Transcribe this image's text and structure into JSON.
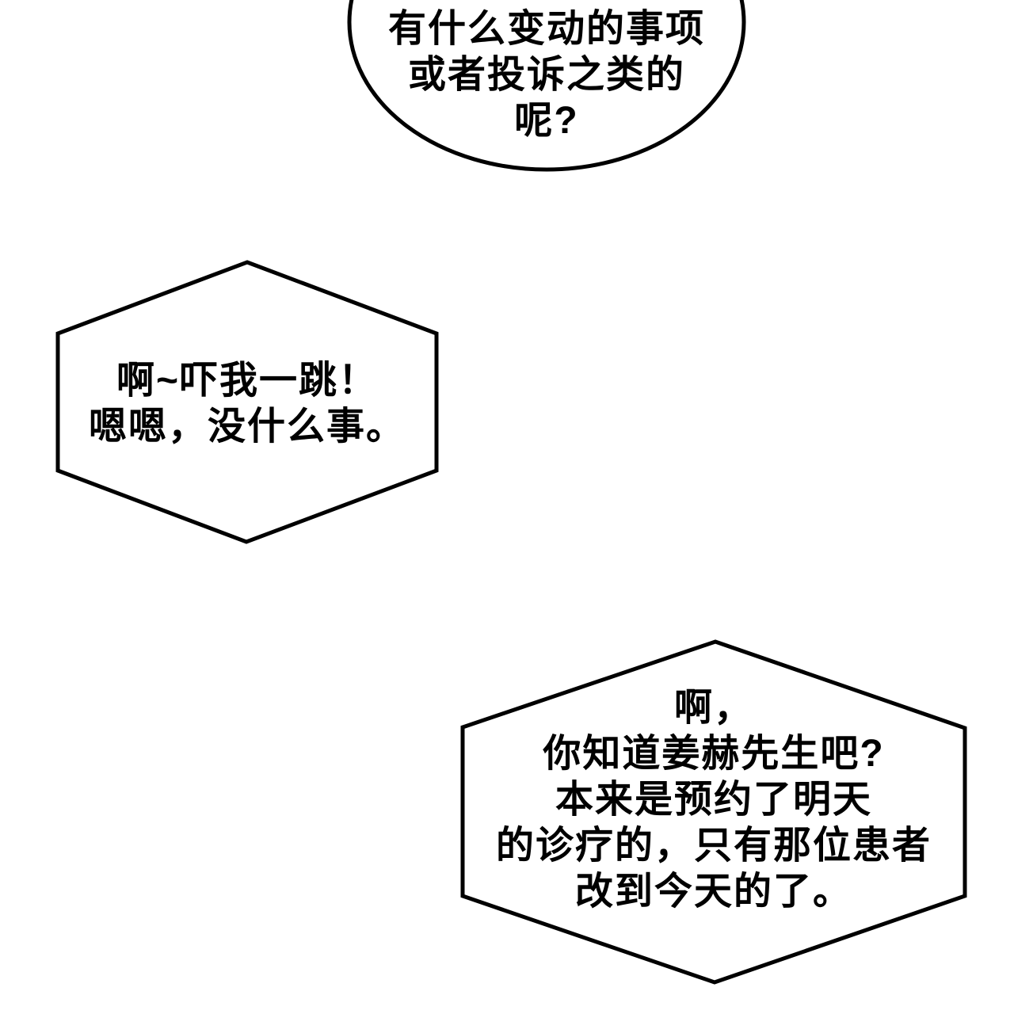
{
  "page": {
    "background_color": "#ffffff",
    "ink_color": "#000000"
  },
  "bubbles": [
    {
      "shape": "ellipse",
      "speaker_position": "top-center",
      "lines": [
        "有什么变动的事项",
        "或者投诉之类的",
        "呢?"
      ]
    },
    {
      "shape": "hexagon",
      "speaker_position": "middle-left",
      "lines": [
        "啊~吓我一跳！",
        "嗯嗯，没什么事。"
      ]
    },
    {
      "shape": "hexagon",
      "speaker_position": "bottom-right",
      "lines": [
        "啊，",
        "你知道姜赫先生吧?",
        "本来是预约了明天",
        "的诊疗的，只有那位患者",
        "改到今天的了。"
      ]
    }
  ]
}
